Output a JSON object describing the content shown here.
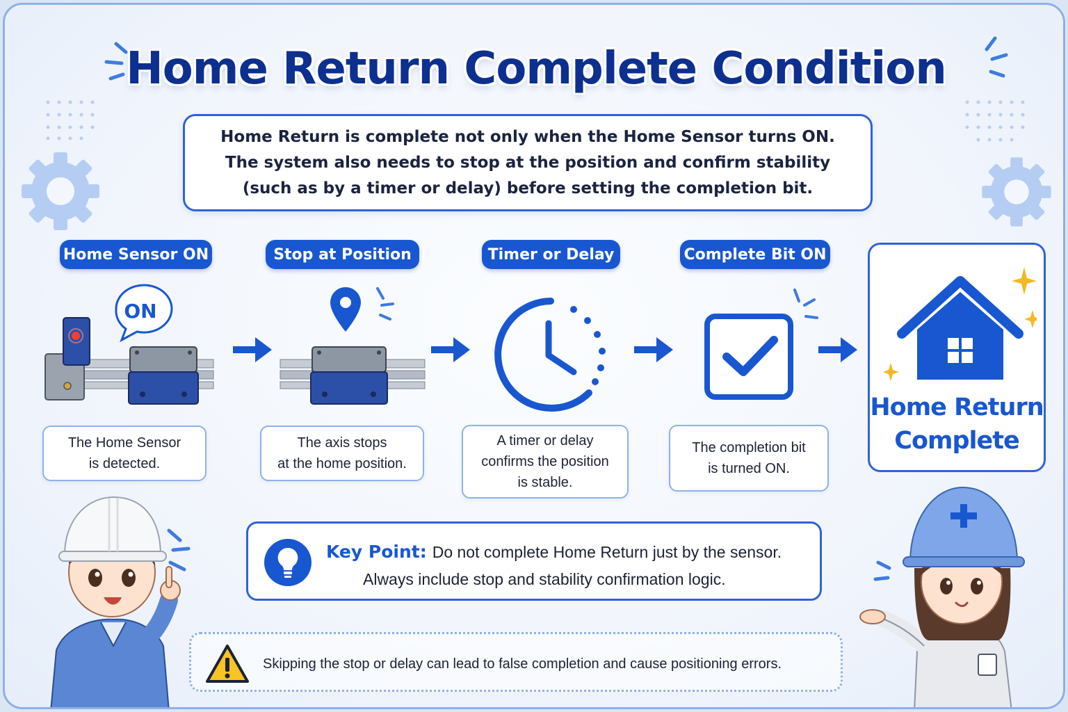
{
  "title": "Home Return Complete Condition",
  "intro": {
    "lines": [
      "Home Return is complete not only when the Home Sensor turns ON.",
      "The system also needs to stop at the position and confirm stability",
      "(such as by a timer or delay) before setting the completion bit."
    ]
  },
  "steps": [
    {
      "label": "Home Sensor ON",
      "badge": "ON",
      "icon": "home-sensor-icon",
      "desc": [
        "The Home Sensor",
        "is detected."
      ]
    },
    {
      "label": "Stop at Position",
      "icon": "location-pin-icon",
      "desc": [
        "The axis stops",
        "at the home position."
      ]
    },
    {
      "label": "Timer or Delay",
      "icon": "clock-icon",
      "desc": [
        "A timer or delay",
        "confirms the position",
        "is stable."
      ]
    },
    {
      "label": "Complete Bit ON",
      "icon": "checkbox-icon",
      "desc": [
        "The completion bit",
        "is turned ON."
      ]
    }
  ],
  "result": {
    "icon": "house-icon",
    "lines": [
      "Home Return",
      "Complete"
    ]
  },
  "key_point": {
    "heading": "Key Point:",
    "line1": "Do not complete Home Return just by the sensor.",
    "line2": "Always include stop and stability confirmation logic."
  },
  "warning": {
    "icon": "warning-icon",
    "text": "Skipping the stop or delay can lead to false completion and cause positioning errors."
  },
  "colors": {
    "primary": "#1857d0",
    "navy": "#0d2f8f",
    "border": "#8fb1ea",
    "accent": "#f5b820"
  }
}
